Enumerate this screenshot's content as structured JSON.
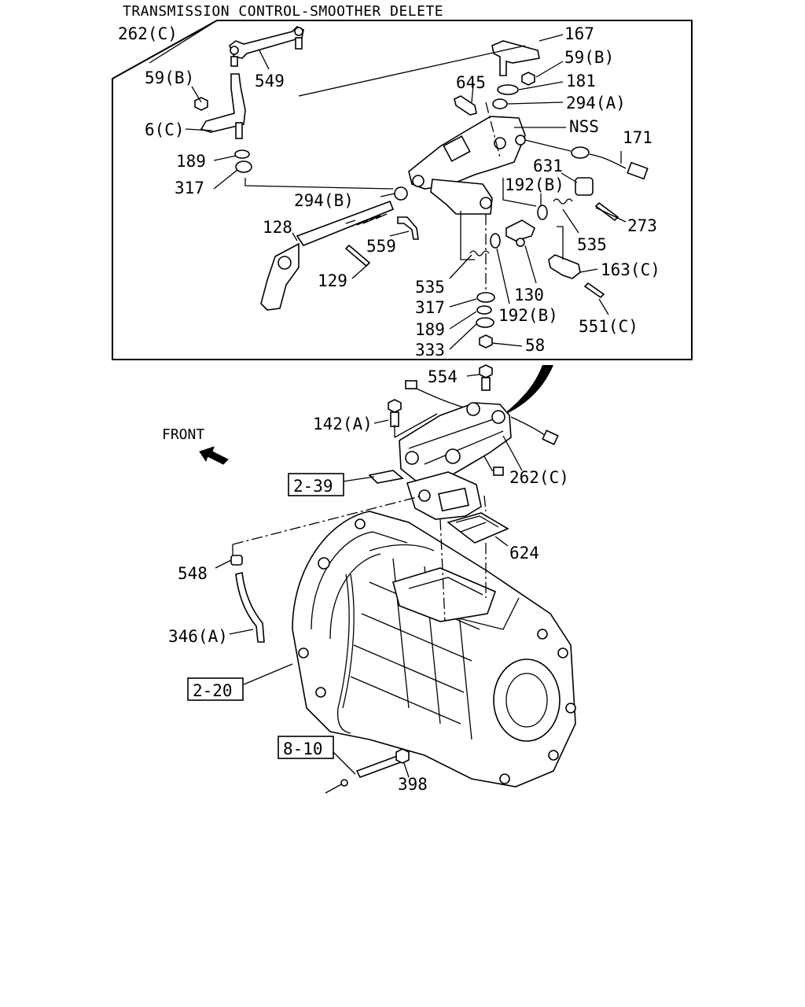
{
  "title": "TRANSMISSION CONTROL-SMOOTHER DELETE",
  "front_label": "FRONT",
  "callouts": {
    "c262c_top": "262(C)",
    "c167": "167",
    "c59b_r": "59(B)",
    "c549": "549",
    "c59b_l": "59(B)",
    "c645": "645",
    "c181": "181",
    "c294a": "294(A)",
    "c6c": "6(C)",
    "cnss": "NSS",
    "c171": "171",
    "c189_top": "189",
    "c631": "631",
    "c317_top": "317",
    "c192b_top": "192(B)",
    "c294b": "294(B)",
    "c273": "273",
    "c128": "128",
    "c535_r": "535",
    "c559": "559",
    "c163c": "163(C)",
    "c129": "129",
    "c130": "130",
    "c535_m": "535",
    "c317_bot": "317",
    "c192b_bot": "192(B)",
    "c551c": "551(C)",
    "c189_bot": "189",
    "c333": "333",
    "c58": "58",
    "c554": "554",
    "c142a": "142(A)",
    "c262c_bot": "262(C)",
    "c624": "624",
    "c548": "548",
    "c346a": "346(A)",
    "c398": "398"
  },
  "ref_boxes": {
    "r239": "2-39",
    "r220": "2-20",
    "r810": "8-10"
  }
}
